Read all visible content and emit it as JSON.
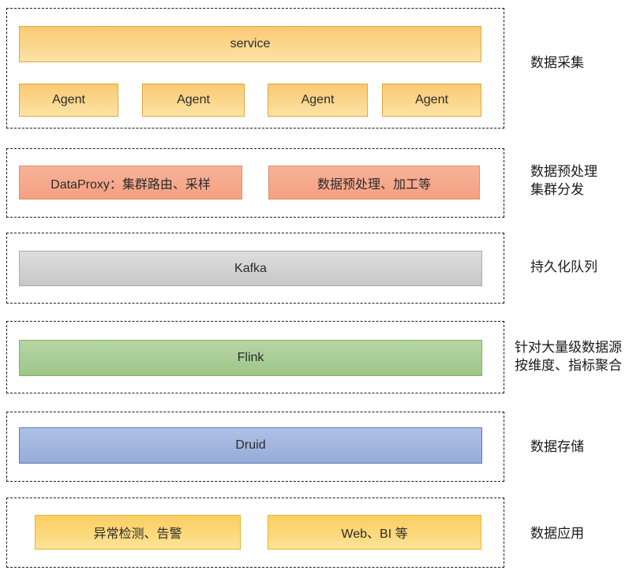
{
  "layers": {
    "collect": {
      "side_label": "数据采集",
      "service": "service",
      "agents": [
        "Agent",
        "Agent",
        "Agent",
        "Agent"
      ]
    },
    "preprocess": {
      "side_label_line1": "数据预处理",
      "side_label_line2": "集群分发",
      "box1": "DataProxy：集群路由、采样",
      "box2": "数据预处理、加工等"
    },
    "queue": {
      "side_label": "持久化队列",
      "box": "Kafka"
    },
    "aggregate": {
      "side_label_line1": "针对大量级数据源",
      "side_label_line2": "按维度、指标聚合",
      "box": "Flink"
    },
    "storage": {
      "side_label": "数据存储",
      "box": "Druid"
    },
    "application": {
      "side_label": "数据应用",
      "box1": "异常检测、告警",
      "box2": "Web、BI 等"
    }
  },
  "colors": {
    "gold_fill_top": "#f9ca75",
    "gold_fill_bottom": "#fce3a7",
    "gold_border": "#e2a93b",
    "amber_fill_top": "#fbcf62",
    "amber_fill_bottom": "#fde49b",
    "amber_border": "#e9b52f",
    "salmon_fill_top": "#f9b298",
    "salmon_fill_bottom": "#f4a181",
    "salmon_border": "#dc8f6a",
    "gray_fill_top": "#dedede",
    "gray_fill_bottom": "#c7c7c7",
    "gray_border": "#acacac",
    "green_fill_top": "#b6d5a4",
    "green_fill_bottom": "#9ec689",
    "green_border": "#7fb25c",
    "blue_fill_top": "#aec0e5",
    "blue_fill_bottom": "#97acd9",
    "blue_border": "#5b7cb6",
    "dash_border": "#1a1a1a",
    "text": "#2b2b2b"
  }
}
